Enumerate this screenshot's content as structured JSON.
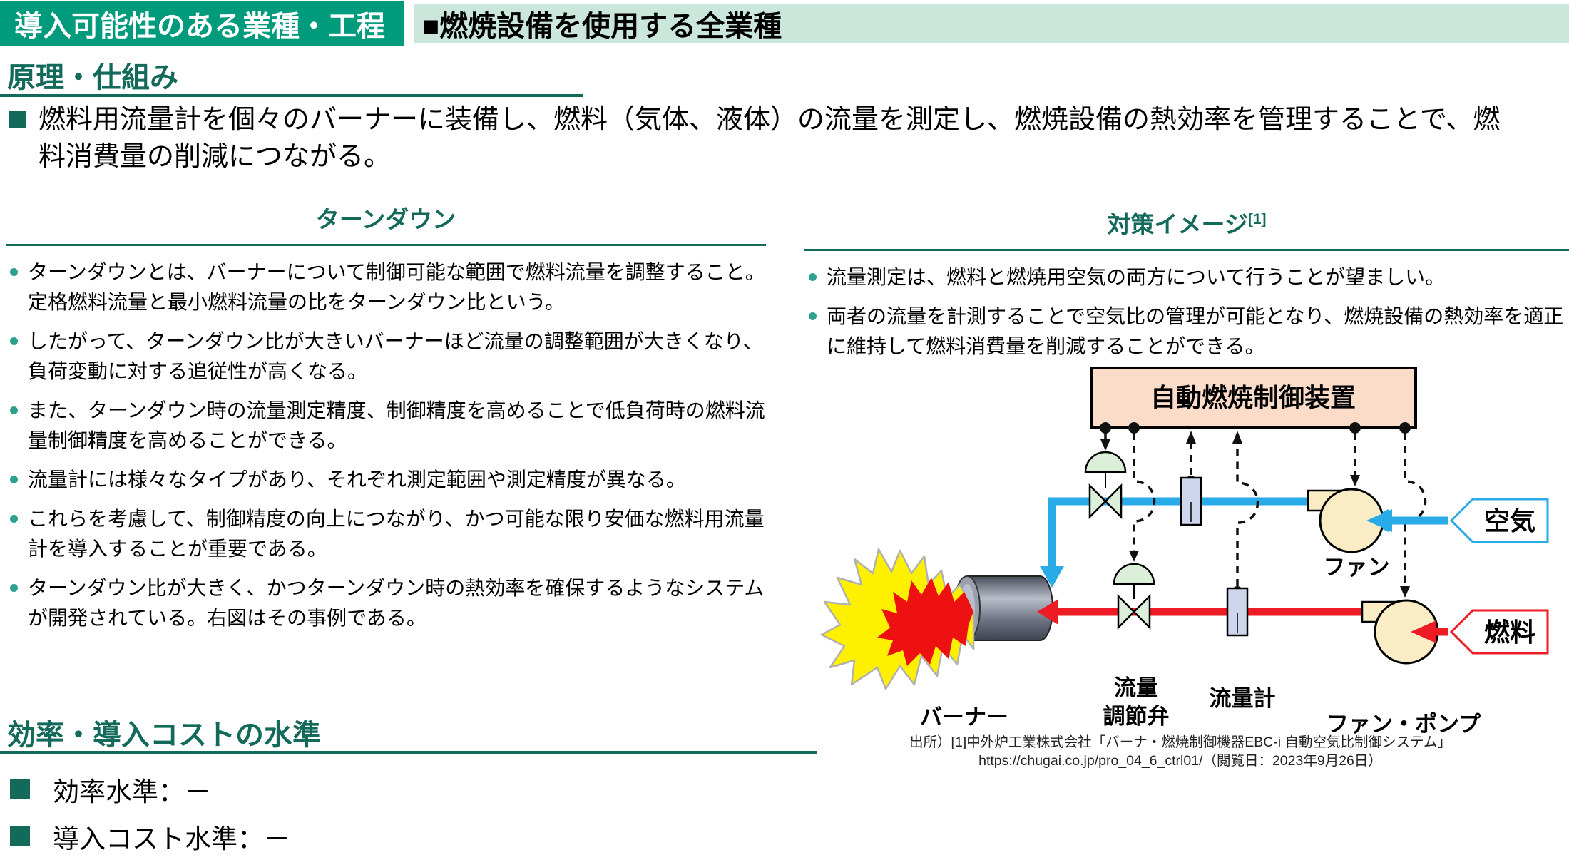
{
  "header": {
    "category_label": "導入可能性のある業種・工程",
    "industry_label": "■燃焼設備を使用する全業種"
  },
  "principle": {
    "title": "原理・仕組み",
    "bullet": "燃料用流量計を個々のバーナーに装備し、燃料（気体、液体）の流量を測定し、燃焼設備の熱効率を管理することで、燃料消費量の削減につながる。"
  },
  "turndown": {
    "title": "ターンダウン",
    "bullets": [
      "ターンダウンとは、バーナーについて制御可能な範囲で燃料流量を調整すること。定格燃料流量と最小燃料流量の比をターンダウン比という。",
      "したがって、ターンダウン比が大きいバーナーほど流量の調整範囲が大きくなり、負荷変動に対する追従性が高くなる。",
      "また、ターンダウン時の流量測定精度、制御精度を高めることで低負荷時の燃料流量制御精度を高めることができる。",
      "流量計には様々なタイプがあり、それぞれ測定範囲や測定精度が異なる。",
      "これらを考慮して、制御精度の向上につながり、かつ可能な限り安価な燃料用流量計を導入することが重要である。",
      "ターンダウン比が大きく、かつターンダウン時の熱効率を確保するようなシステムが開発されている。右図はその事例である。"
    ]
  },
  "countermeasure": {
    "title": "対策イメージ",
    "title_ref": "[1]",
    "bullets": [
      "流量測定は、燃料と燃焼用空気の両方について行うことが望ましい。",
      "両者の流量を計測することで空気比の管理が可能となり、燃焼設備の熱効率を適正に維持して燃料消費量を削減することができる。"
    ]
  },
  "diagram": {
    "control_box": "自動燃焼制御装置",
    "labels": {
      "burner": "バーナー",
      "valve_line1": "流量",
      "valve_line2": "調節弁",
      "flow_meter": "流量計",
      "fan": "ファン",
      "fan_pump": "ファン・ポンプ",
      "air": "空気",
      "fuel": "燃料"
    }
  },
  "source": {
    "line1": "出所）[1]中外炉工業株式会社「バーナ・燃焼制御機器EBC-i 自動空気比制御システム」",
    "line2": "https://chugai.co.jp/pro_04_6_ctrl01/（閲覧日：2023年9月26日）"
  },
  "cost": {
    "title": "効率・導入コストの水準",
    "bullets": [
      "効率水準：－",
      "導入コスト水準：－"
    ]
  },
  "colors": {
    "brand_green": "#009B7C",
    "light_green_bar": "#CBE7DB",
    "heading_green": "#136A5B",
    "bullet_teal": "#2BA18E",
    "air_blue": "#29ABE8",
    "fuel_red": "#ED1C24",
    "control_box_fill": "#FADCC9",
    "valve_fill": "#DCEFD8",
    "meter_fill": "#CDD6EC",
    "fan_fill": "#FAECC4"
  }
}
